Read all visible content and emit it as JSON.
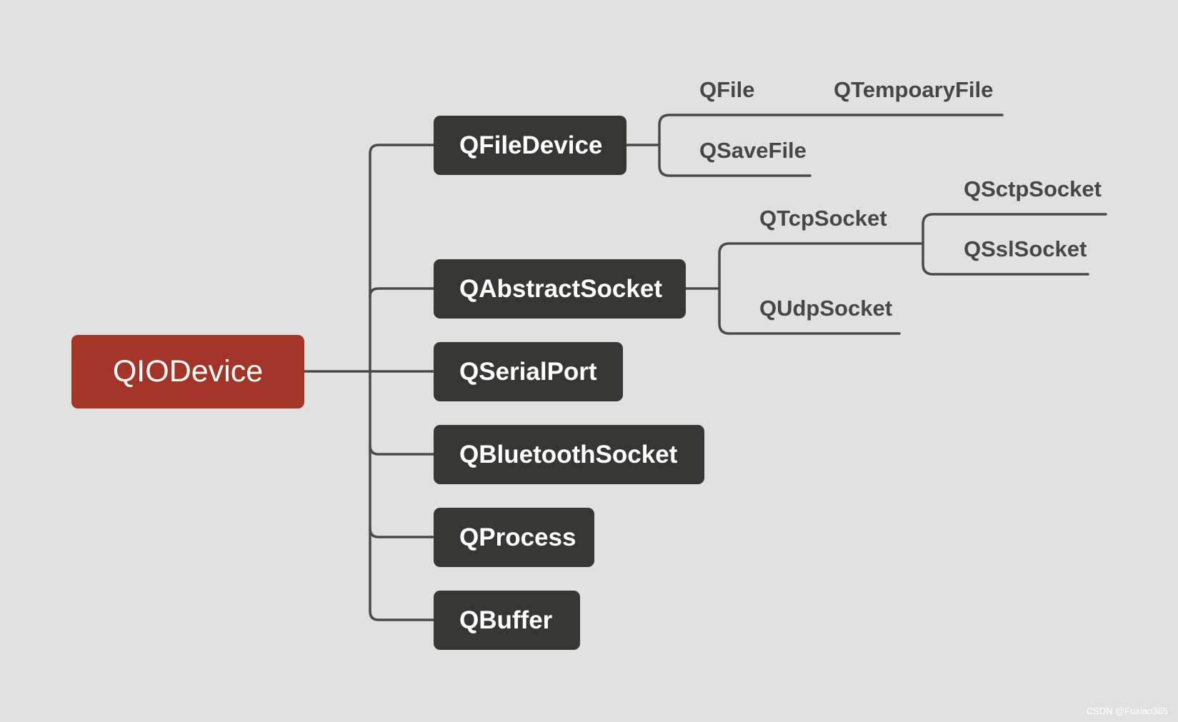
{
  "diagram": {
    "root": {
      "label": "QIODevice",
      "color": "#a33427"
    },
    "children": [
      {
        "label": "QFileDevice"
      },
      {
        "label": "QAbstractSocket"
      },
      {
        "label": "QSerialPort"
      },
      {
        "label": "QBluetoothSocket"
      },
      {
        "label": "QProcess"
      },
      {
        "label": "QBuffer"
      }
    ],
    "file_device_subclasses": [
      {
        "label": "QFile"
      },
      {
        "label": "QSaveFile"
      }
    ],
    "file_subclasses": [
      {
        "label": "QTempoaryFile"
      }
    ],
    "socket_subclasses": [
      {
        "label": "QTcpSocket"
      },
      {
        "label": "QUdpSocket"
      }
    ],
    "tcp_subclasses": [
      {
        "label": "QSctpSocket"
      },
      {
        "label": "QSslSocket"
      }
    ],
    "box_color": "#363734",
    "line_color": "#4a4a4a"
  },
  "watermark": "CSDN @Fuxiao365"
}
